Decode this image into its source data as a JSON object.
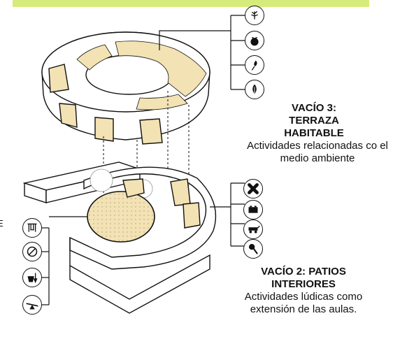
{
  "colors": {
    "accent_bar": "#d6ec7a",
    "courtyard_fill": "#f3e2b3",
    "line": "#111111"
  },
  "labels": {
    "vacio3_title": "VACÍO 3: TERRAZA HABITABLE",
    "vacio3_desc": "Actividades relacionadas co el medio ambiente",
    "vacio2_title": "VACÍO 2: PATIOS INTERIORES",
    "vacio2_desc": "Actividades lúdicas como extensión de las aulas."
  },
  "left_edge_letter": "E",
  "icons": {
    "group_top": [
      "tree-icon",
      "tomato-icon",
      "seedling-icon",
      "leaf-icon"
    ],
    "group_middle": [
      "cross-icon",
      "blocks-icon",
      "wagon-icon",
      "rattle-icon"
    ],
    "group_left": [
      "swing-icon",
      "ball-icon",
      "bucket-shovel-icon",
      "seesaw-icon"
    ]
  }
}
